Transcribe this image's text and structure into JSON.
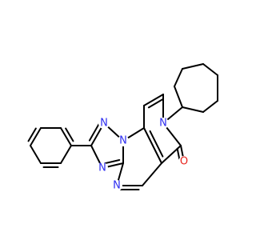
{
  "atom_labels": {
    "n_triazole_top": "N",
    "n_bridge": "N",
    "n_triazole_bottom": "N",
    "n_pyrimidine": "N",
    "n_pyridinone": "N",
    "o_carbonyl": "O"
  },
  "colors": {
    "bond": "#000000",
    "nitrogen": "#2d2df0",
    "oxygen": "#e8231c",
    "background": "#ffffff"
  }
}
